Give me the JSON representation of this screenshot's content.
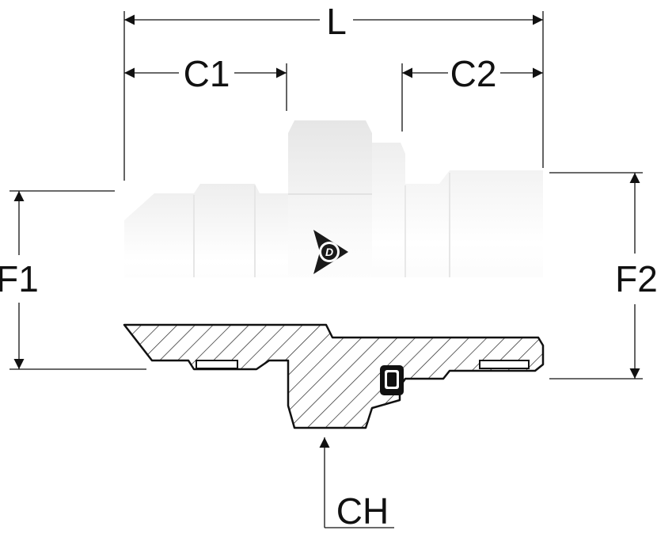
{
  "dimensions": {
    "overall_length": "L",
    "thread_length_1": "C1",
    "thread_length_2": "C2",
    "thread_size_1": "F1",
    "thread_size_2": "F2",
    "hex_size": "CH"
  },
  "logo": {
    "name": "dunlop-d-logo",
    "letter": "D"
  },
  "colors": {
    "line": "#111111",
    "body_shade": "#f2f2f2",
    "highlight": "#ffffff"
  }
}
